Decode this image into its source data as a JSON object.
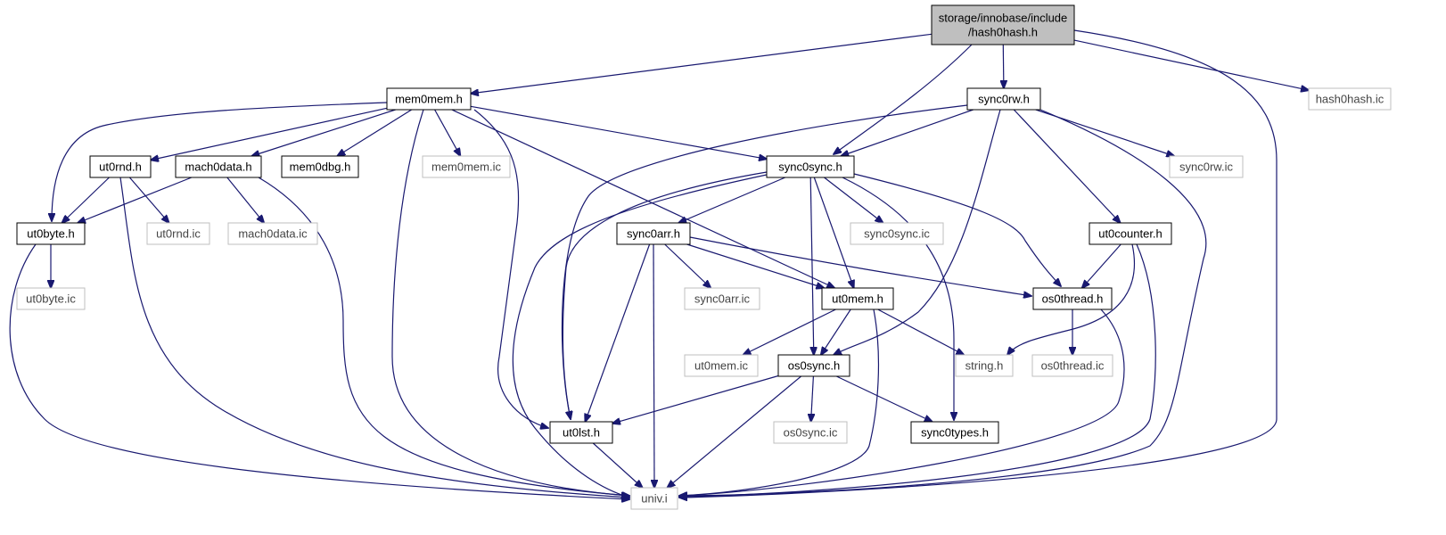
{
  "colors": {
    "edge": "#191970",
    "root_fill": "#bfbfbf",
    "node_border": "#000000",
    "ext_border": "#bfbfbf",
    "background": "#ffffff"
  },
  "nodes": [
    {
      "id": "hash0hash_h",
      "lines": [
        "storage/innobase/include",
        "/hash0hash.h"
      ],
      "kind": "root"
    },
    {
      "id": "mem0mem_h",
      "lines": [
        "mem0mem.h"
      ],
      "kind": "normal"
    },
    {
      "id": "sync0rw_h",
      "lines": [
        "sync0rw.h"
      ],
      "kind": "normal"
    },
    {
      "id": "hash0hash_ic",
      "lines": [
        "hash0hash.ic"
      ],
      "kind": "external"
    },
    {
      "id": "ut0rnd_h",
      "lines": [
        "ut0rnd.h"
      ],
      "kind": "normal"
    },
    {
      "id": "mach0data_h",
      "lines": [
        "mach0data.h"
      ],
      "kind": "normal"
    },
    {
      "id": "mem0dbg_h",
      "lines": [
        "mem0dbg.h"
      ],
      "kind": "normal"
    },
    {
      "id": "mem0mem_ic",
      "lines": [
        "mem0mem.ic"
      ],
      "kind": "external"
    },
    {
      "id": "sync0sync_h",
      "lines": [
        "sync0sync.h"
      ],
      "kind": "normal"
    },
    {
      "id": "sync0rw_ic",
      "lines": [
        "sync0rw.ic"
      ],
      "kind": "external"
    },
    {
      "id": "ut0byte_h",
      "lines": [
        "ut0byte.h"
      ],
      "kind": "normal"
    },
    {
      "id": "ut0rnd_ic",
      "lines": [
        "ut0rnd.ic"
      ],
      "kind": "external"
    },
    {
      "id": "mach0data_ic",
      "lines": [
        "mach0data.ic"
      ],
      "kind": "external"
    },
    {
      "id": "sync0arr_h",
      "lines": [
        "sync0arr.h"
      ],
      "kind": "normal"
    },
    {
      "id": "sync0sync_ic",
      "lines": [
        "sync0sync.ic"
      ],
      "kind": "external"
    },
    {
      "id": "ut0counter_h",
      "lines": [
        "ut0counter.h"
      ],
      "kind": "normal"
    },
    {
      "id": "ut0byte_ic",
      "lines": [
        "ut0byte.ic"
      ],
      "kind": "external"
    },
    {
      "id": "sync0arr_ic",
      "lines": [
        "sync0arr.ic"
      ],
      "kind": "external"
    },
    {
      "id": "ut0mem_h",
      "lines": [
        "ut0mem.h"
      ],
      "kind": "normal"
    },
    {
      "id": "os0thread_h",
      "lines": [
        "os0thread.h"
      ],
      "kind": "normal"
    },
    {
      "id": "ut0mem_ic",
      "lines": [
        "ut0mem.ic"
      ],
      "kind": "external"
    },
    {
      "id": "os0sync_h",
      "lines": [
        "os0sync.h"
      ],
      "kind": "normal"
    },
    {
      "id": "string_h",
      "lines": [
        "string.h"
      ],
      "kind": "external"
    },
    {
      "id": "os0thread_ic",
      "lines": [
        "os0thread.ic"
      ],
      "kind": "external"
    },
    {
      "id": "ut0lst_h",
      "lines": [
        "ut0lst.h"
      ],
      "kind": "normal"
    },
    {
      "id": "os0sync_ic",
      "lines": [
        "os0sync.ic"
      ],
      "kind": "external"
    },
    {
      "id": "sync0types_h",
      "lines": [
        "sync0types.h"
      ],
      "kind": "normal"
    },
    {
      "id": "univ_i",
      "lines": [
        "univ.i"
      ],
      "kind": "external"
    }
  ],
  "edges": [
    [
      "hash0hash_h",
      "mem0mem_h"
    ],
    [
      "hash0hash_h",
      "sync0sync_h"
    ],
    [
      "hash0hash_h",
      "sync0rw_h"
    ],
    [
      "hash0hash_h",
      "hash0hash_ic"
    ],
    [
      "hash0hash_h",
      "univ_i"
    ],
    [
      "mem0mem_h",
      "ut0byte_h"
    ],
    [
      "mem0mem_h",
      "ut0rnd_h"
    ],
    [
      "mem0mem_h",
      "mach0data_h"
    ],
    [
      "mem0mem_h",
      "mem0dbg_h"
    ],
    [
      "mem0mem_h",
      "mem0mem_ic"
    ],
    [
      "mem0mem_h",
      "sync0sync_h"
    ],
    [
      "mem0mem_h",
      "ut0mem_h"
    ],
    [
      "mem0mem_h",
      "ut0lst_h"
    ],
    [
      "mem0mem_h",
      "univ_i"
    ],
    [
      "sync0rw_h",
      "sync0sync_h"
    ],
    [
      "sync0rw_h",
      "sync0rw_ic"
    ],
    [
      "sync0rw_h",
      "ut0counter_h"
    ],
    [
      "sync0rw_h",
      "os0sync_h"
    ],
    [
      "sync0rw_h",
      "ut0lst_h"
    ],
    [
      "sync0rw_h",
      "univ_i"
    ],
    [
      "ut0rnd_h",
      "ut0byte_h"
    ],
    [
      "ut0rnd_h",
      "ut0rnd_ic"
    ],
    [
      "ut0rnd_h",
      "univ_i"
    ],
    [
      "mach0data_h",
      "ut0byte_h"
    ],
    [
      "mach0data_h",
      "mach0data_ic"
    ],
    [
      "mach0data_h",
      "univ_i"
    ],
    [
      "ut0byte_h",
      "ut0byte_ic"
    ],
    [
      "ut0byte_h",
      "univ_i"
    ],
    [
      "sync0sync_h",
      "sync0arr_h"
    ],
    [
      "sync0sync_h",
      "sync0sync_ic"
    ],
    [
      "sync0sync_h",
      "os0thread_h"
    ],
    [
      "sync0sync_h",
      "ut0mem_h"
    ],
    [
      "sync0sync_h",
      "os0sync_h"
    ],
    [
      "sync0sync_h",
      "sync0types_h"
    ],
    [
      "sync0sync_h",
      "ut0lst_h"
    ],
    [
      "sync0sync_h",
      "univ_i"
    ],
    [
      "sync0arr_h",
      "sync0arr_ic"
    ],
    [
      "sync0arr_h",
      "ut0mem_h"
    ],
    [
      "sync0arr_h",
      "os0thread_h"
    ],
    [
      "sync0arr_h",
      "ut0lst_h"
    ],
    [
      "sync0arr_h",
      "univ_i"
    ],
    [
      "ut0counter_h",
      "os0thread_h"
    ],
    [
      "ut0counter_h",
      "string_h"
    ],
    [
      "ut0counter_h",
      "univ_i"
    ],
    [
      "ut0mem_h",
      "ut0mem_ic"
    ],
    [
      "ut0mem_h",
      "os0sync_h"
    ],
    [
      "ut0mem_h",
      "string_h"
    ],
    [
      "ut0mem_h",
      "univ_i"
    ],
    [
      "os0thread_h",
      "os0thread_ic"
    ],
    [
      "os0thread_h",
      "univ_i"
    ],
    [
      "os0sync_h",
      "os0sync_ic"
    ],
    [
      "os0sync_h",
      "sync0types_h"
    ],
    [
      "os0sync_h",
      "ut0lst_h"
    ],
    [
      "os0sync_h",
      "univ_i"
    ],
    [
      "ut0lst_h",
      "univ_i"
    ]
  ]
}
